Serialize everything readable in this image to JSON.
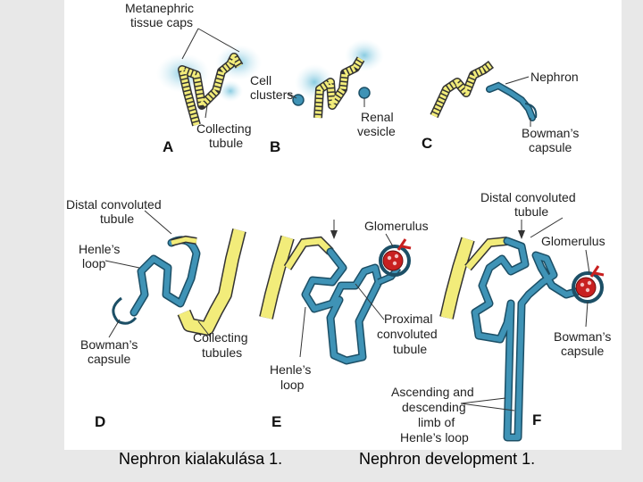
{
  "panels": {
    "A": "A",
    "B": "B",
    "C": "C",
    "D": "D",
    "E": "E",
    "F": "F"
  },
  "labels": {
    "metanephric_1": "Metanephric",
    "metanephric_2": "tissue caps",
    "cell_1": "Cell",
    "cell_2": "clusters",
    "collecting_a_1": "Collecting",
    "collecting_a_2": "tubule",
    "renal_1": "Renal",
    "renal_2": "vesicle",
    "nephron": "Nephron",
    "bowman_c_1": "Bowman’s",
    "bowman_c_2": "capsule",
    "distal_d_1": "Distal convoluted",
    "distal_d_2": "tubule",
    "henle_d_1": "Henle’s",
    "henle_d_2": "loop",
    "bowman_d_1": "Bowman’s",
    "bowman_d_2": "capsule",
    "collecting_d_1": "Collecting",
    "collecting_d_2": "tubules",
    "glomerulus_e": "Glomerulus",
    "proximal_1": "Proximal",
    "proximal_2": "convoluted",
    "proximal_3": "tubule",
    "henle_e_1": "Henle’s",
    "henle_e_2": "loop",
    "distal_f_1": "Distal convoluted",
    "distal_f_2": "tubule",
    "glomerulus_f": "Glomerulus",
    "bowman_f_1": "Bowman’s",
    "bowman_f_2": "capsule",
    "ascending_1": "Ascending and",
    "ascending_2": "descending",
    "ascending_3": "limb of",
    "ascending_4": "Henle’s loop"
  },
  "captions": {
    "hungarian": "Nephron kialakulása 1.",
    "english": "Nephron development 1."
  },
  "colors": {
    "collecting_tubule": "#f2ec7a",
    "nephron_tubule": "#3f93b6",
    "tissue_cap": "#9fd6e6",
    "glomerulus": "#c82020"
  }
}
